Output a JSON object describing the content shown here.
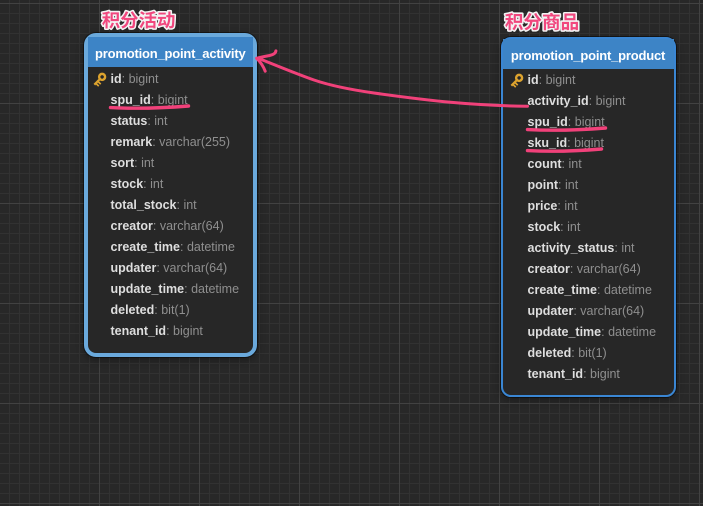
{
  "canvas": {
    "kind": "database-diagram-canvas",
    "background": "#282828",
    "grid_minor_color": "#333333",
    "grid_major_color": "#464646",
    "annotation_color": "#f1417a",
    "header_color": "#3d84c6"
  },
  "tables": [
    {
      "title": "promotion_point_activity",
      "annotation_label": "积分活动",
      "selected": true,
      "columns": [
        {
          "name": "id",
          "type": "bigint",
          "key": true
        },
        {
          "name": "spu_id",
          "type": "bigint",
          "underlined": true
        },
        {
          "name": "status",
          "type": "int"
        },
        {
          "name": "remark",
          "type": "varchar(255)"
        },
        {
          "name": "sort",
          "type": "int"
        },
        {
          "name": "stock",
          "type": "int"
        },
        {
          "name": "total_stock",
          "type": "int"
        },
        {
          "name": "creator",
          "type": "varchar(64)"
        },
        {
          "name": "create_time",
          "type": "datetime"
        },
        {
          "name": "updater",
          "type": "varchar(64)"
        },
        {
          "name": "update_time",
          "type": "datetime"
        },
        {
          "name": "deleted",
          "type": "bit(1)"
        },
        {
          "name": "tenant_id",
          "type": "bigint"
        }
      ]
    },
    {
      "title": "promotion_point_product",
      "annotation_label": "积分商品",
      "selected": false,
      "columns": [
        {
          "name": "id",
          "type": "bigint",
          "key": true
        },
        {
          "name": "activity_id",
          "type": "bigint"
        },
        {
          "name": "spu_id",
          "type": "bigint",
          "underlined": true
        },
        {
          "name": "sku_id",
          "type": "bigint",
          "underlined": true
        },
        {
          "name": "count",
          "type": "int"
        },
        {
          "name": "point",
          "type": "int"
        },
        {
          "name": "price",
          "type": "int"
        },
        {
          "name": "stock",
          "type": "int"
        },
        {
          "name": "activity_status",
          "type": "int"
        },
        {
          "name": "creator",
          "type": "varchar(64)"
        },
        {
          "name": "create_time",
          "type": "datetime"
        },
        {
          "name": "updater",
          "type": "varchar(64)"
        },
        {
          "name": "update_time",
          "type": "datetime"
        },
        {
          "name": "deleted",
          "type": "bit(1)"
        },
        {
          "name": "tenant_id",
          "type": "bigint"
        }
      ]
    }
  ],
  "annotations": {
    "arrow": {
      "from_label": "promotion_point_product",
      "to_label": "promotion_point_activity",
      "color": "#f1417a"
    },
    "underlined_columns": [
      "promotion_point_activity.spu_id",
      "promotion_point_product.spu_id",
      "promotion_point_product.sku_id"
    ]
  }
}
